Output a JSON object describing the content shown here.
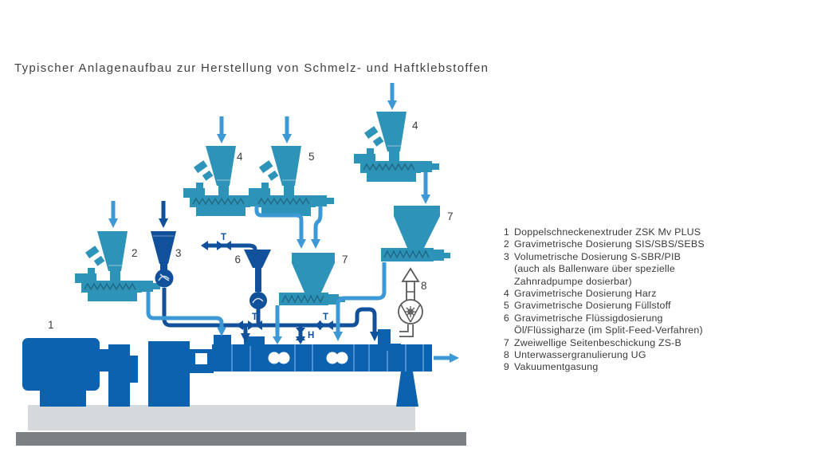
{
  "title": "Typischer Anlagenaufbau zur Herstellung von Schmelz- und Haftklebstoffen",
  "legend": {
    "items": [
      {
        "num": "1",
        "text": "Doppelschneckenextruder ZSK Mv PLUS"
      },
      {
        "num": "2",
        "text": "Gravimetrische Dosierung SIS/SBS/SEBS"
      },
      {
        "num": "3",
        "text": "Volumetrische Dosierung S-SBR/PIB\n(auch als Ballenware über spezielle\nZahnradpumpe dosierbar)"
      },
      {
        "num": "4",
        "text": "Gravimetrische Dosierung Harz"
      },
      {
        "num": "5",
        "text": "Gravimetrische Dosierung Füllstoff"
      },
      {
        "num": "6",
        "text": "Gravimetrische Flüssigdosierung\nÖl/Flüssigharze (im Split-Feed-Verfahren)"
      },
      {
        "num": "7",
        "text": "Zweiwellige Seitenbeschickung ZS-B"
      },
      {
        "num": "8",
        "text": "Unterwassergranulierung UG"
      },
      {
        "num": "9",
        "text": "Vakuumentgasung"
      }
    ]
  },
  "diagram": {
    "labels": {
      "extruder": "1",
      "feeder_sis_sbs": "2",
      "feeder_s_sbr": "3",
      "feeder_harz_top": "4",
      "feeder_fuellstoff": "5",
      "feeder_harz_right": "4",
      "liquid_dosing": "6",
      "side_feeder_center": "7",
      "side_feeder_right": "7",
      "granulator": "8"
    },
    "valves": {
      "t": "T",
      "h": "H"
    },
    "colors": {
      "teal": "#2E93B8",
      "extruder_blue": "#0D62AF",
      "pipe_navy": "#11519C",
      "arrow_light_blue": "#3D99D6",
      "base_gray": "#D5D9DC",
      "floor_gray": "#7B8084",
      "outline_gray": "#5A5A5A",
      "text": "#3B3B3B"
    }
  }
}
